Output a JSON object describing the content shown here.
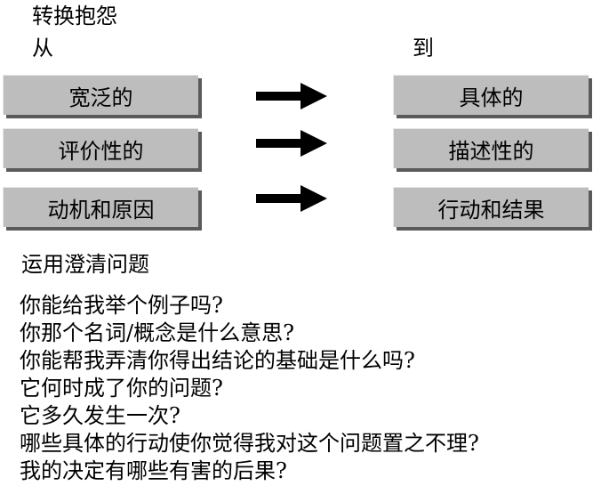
{
  "title": "转换抱怨",
  "from_label": "从",
  "to_label": "到",
  "rows": [
    {
      "from": "宽泛的",
      "to": "具体的"
    },
    {
      "from": "评价性的",
      "to": "描述性的"
    },
    {
      "from": "动机和原因",
      "to": "行动和结果"
    }
  ],
  "arrow_icon": "right-arrow-icon",
  "clarify_heading": "运用澄清问题",
  "questions": [
    "你能给我举个例子吗?",
    "你那个名词/概念是什么意思?",
    "你能帮我弄清你得出结论的基础是什么吗?",
    "它何时成了你的问题?",
    "它多久发生一次?",
    "哪些具体的行动使你觉得我对这个问题置之不理?",
    "我的决定有哪些有害的后果?"
  ]
}
